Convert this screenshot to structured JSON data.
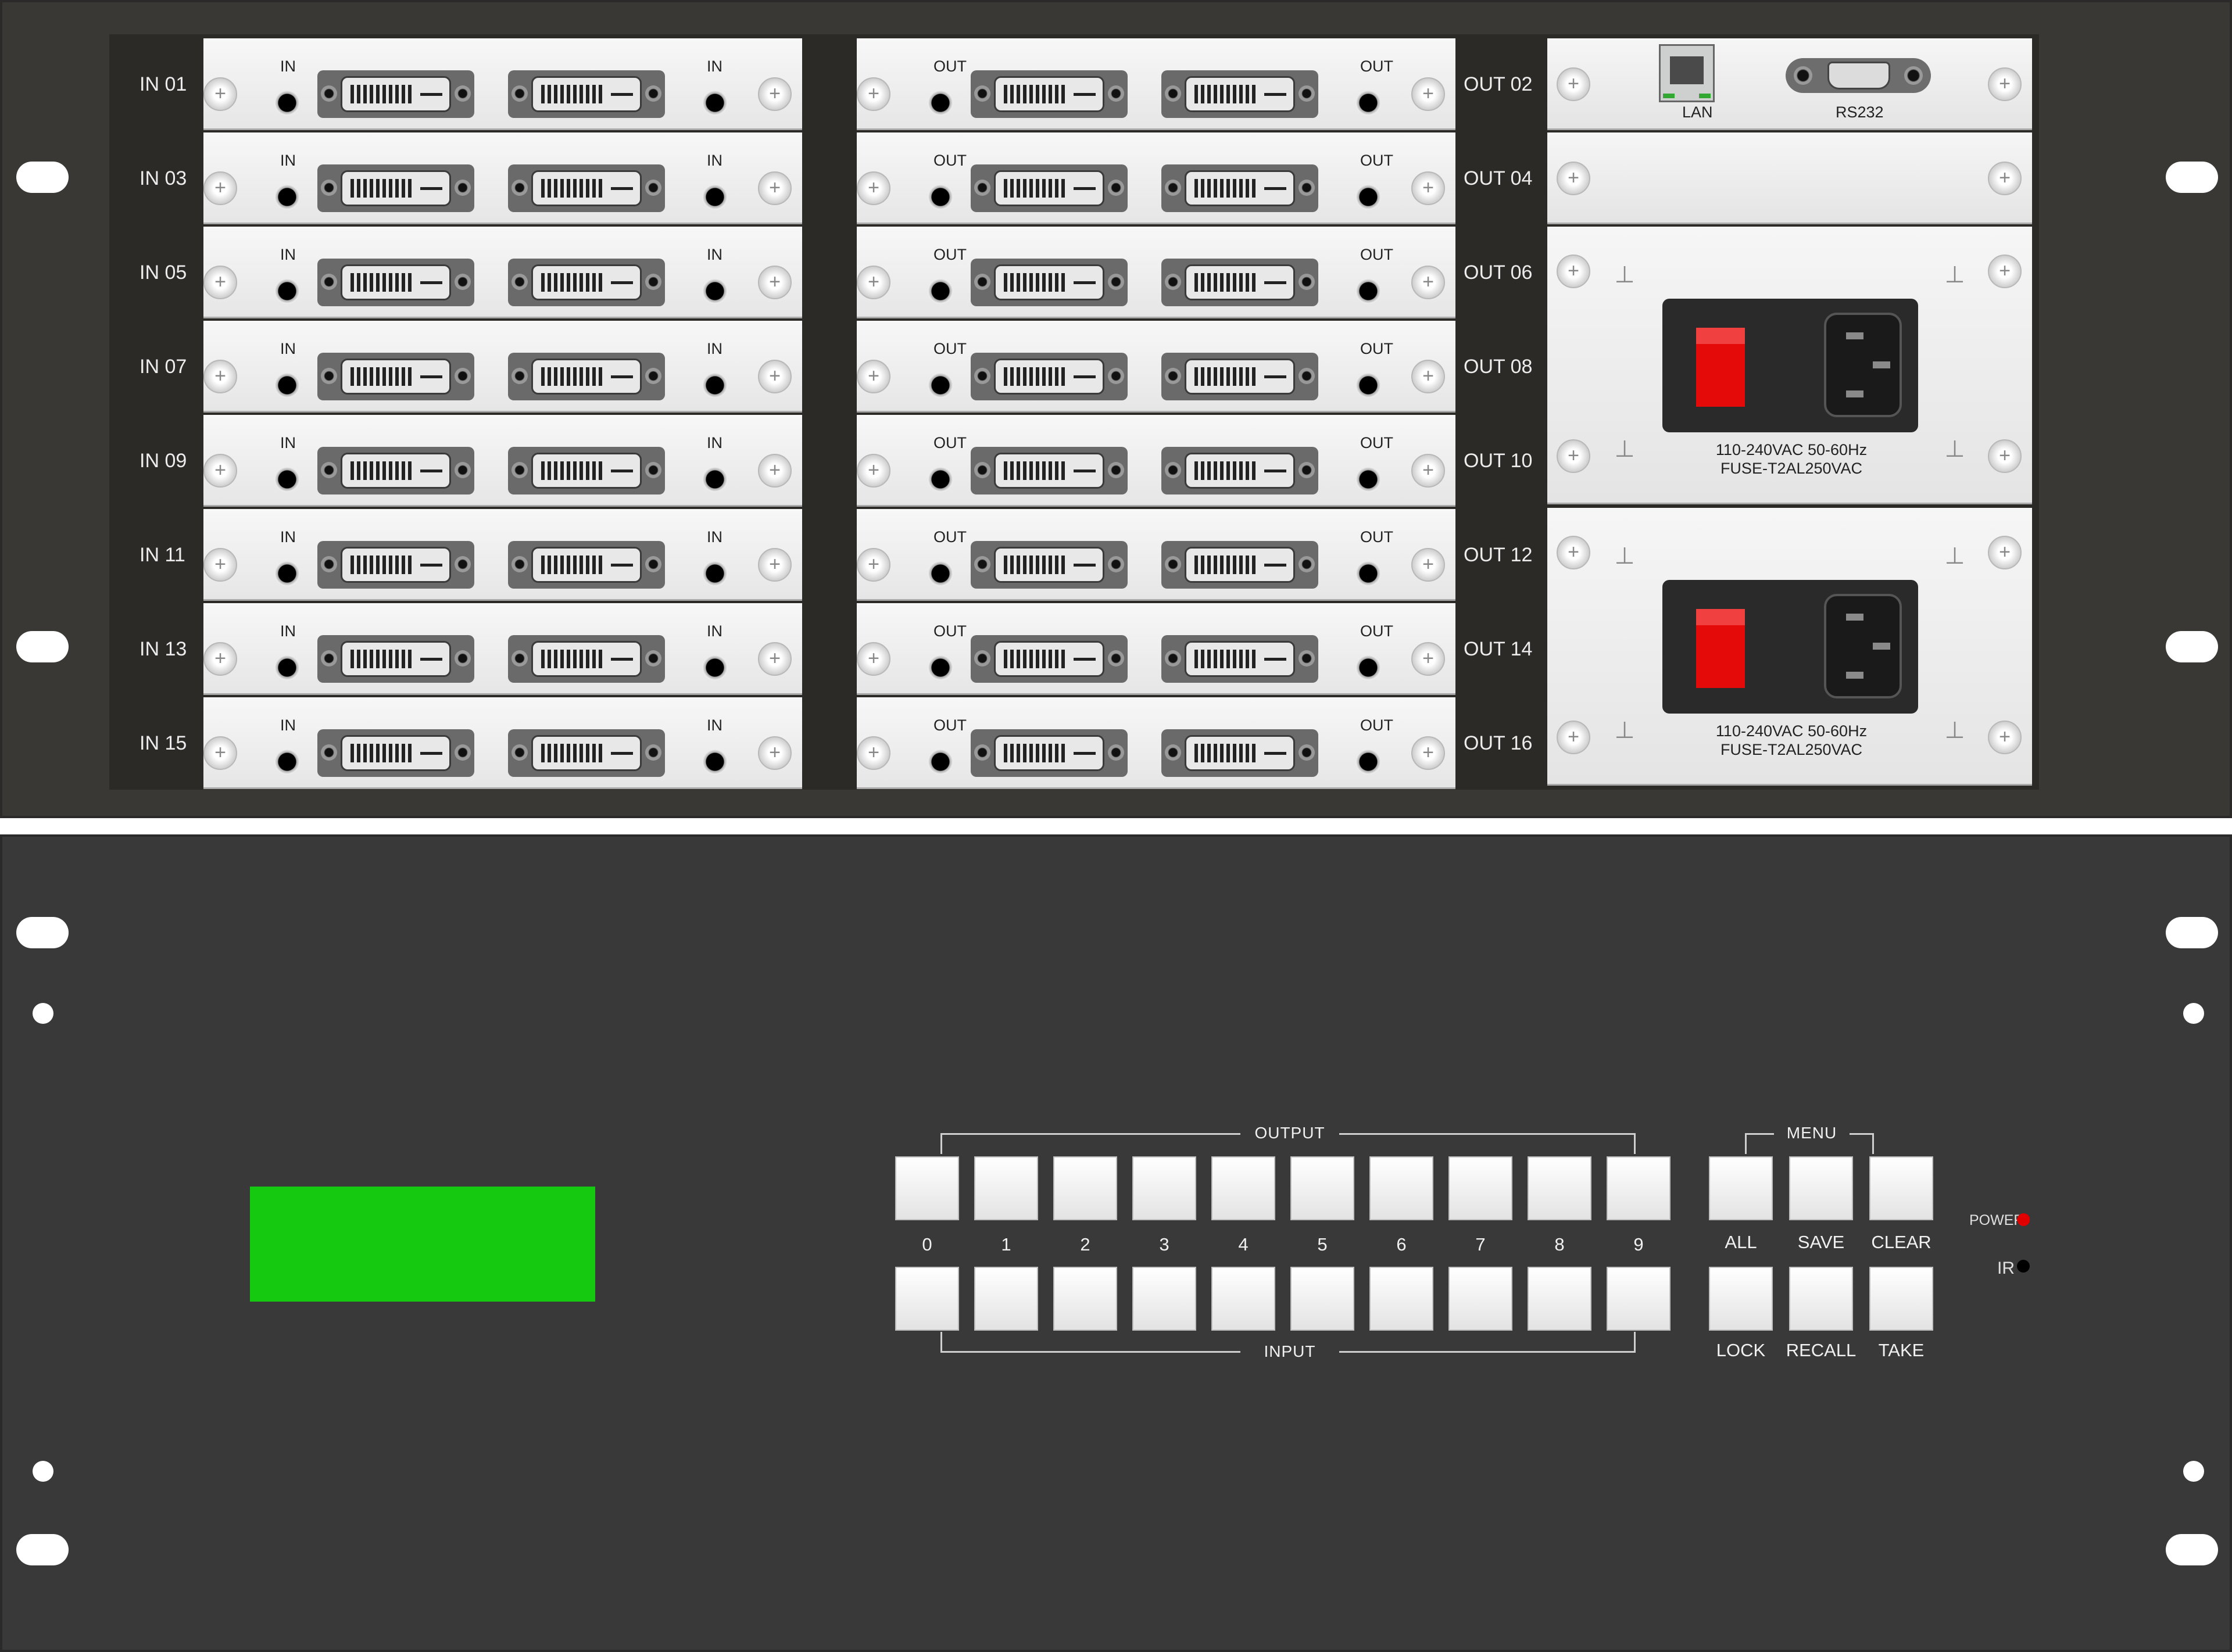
{
  "rear_panel": {
    "input_labels": [
      "IN 01",
      "IN 03",
      "IN 05",
      "IN 07",
      "IN 09",
      "IN 11",
      "IN 13",
      "IN 15"
    ],
    "output_labels": [
      "OUT 02",
      "OUT 04",
      "OUT 06",
      "OUT 08",
      "OUT 10",
      "OUT 12",
      "OUT 14",
      "OUT 16"
    ],
    "input_card_port_label": "IN",
    "output_card_port_label": "OUT",
    "control_card": {
      "lan_label": "LAN",
      "serial_label": "RS232"
    },
    "power_supplies": [
      {
        "rating": "110-240VAC  50-60Hz",
        "fuse": "FUSE-T2AL250VAC"
      },
      {
        "rating": "110-240VAC  50-60Hz",
        "fuse": "FUSE-T2AL250VAC"
      }
    ]
  },
  "front_panel": {
    "output_group_label": "OUTPUT",
    "input_group_label": "INPUT",
    "menu_group_label": "MENU",
    "digit_labels": [
      "0",
      "1",
      "2",
      "3",
      "4",
      "5",
      "6",
      "7",
      "8",
      "9"
    ],
    "menu_top_labels": [
      "ALL",
      "SAVE",
      "CLEAR"
    ],
    "menu_bottom_labels": [
      "LOCK",
      "RECALL",
      "TAKE"
    ],
    "power_indicator": "POWER",
    "ir_indicator": "IR",
    "colors": {
      "lcd": "#14c90f",
      "power_led": "#e00000",
      "ir_window": "#000000",
      "psu_switch": "#e50a0a"
    }
  }
}
